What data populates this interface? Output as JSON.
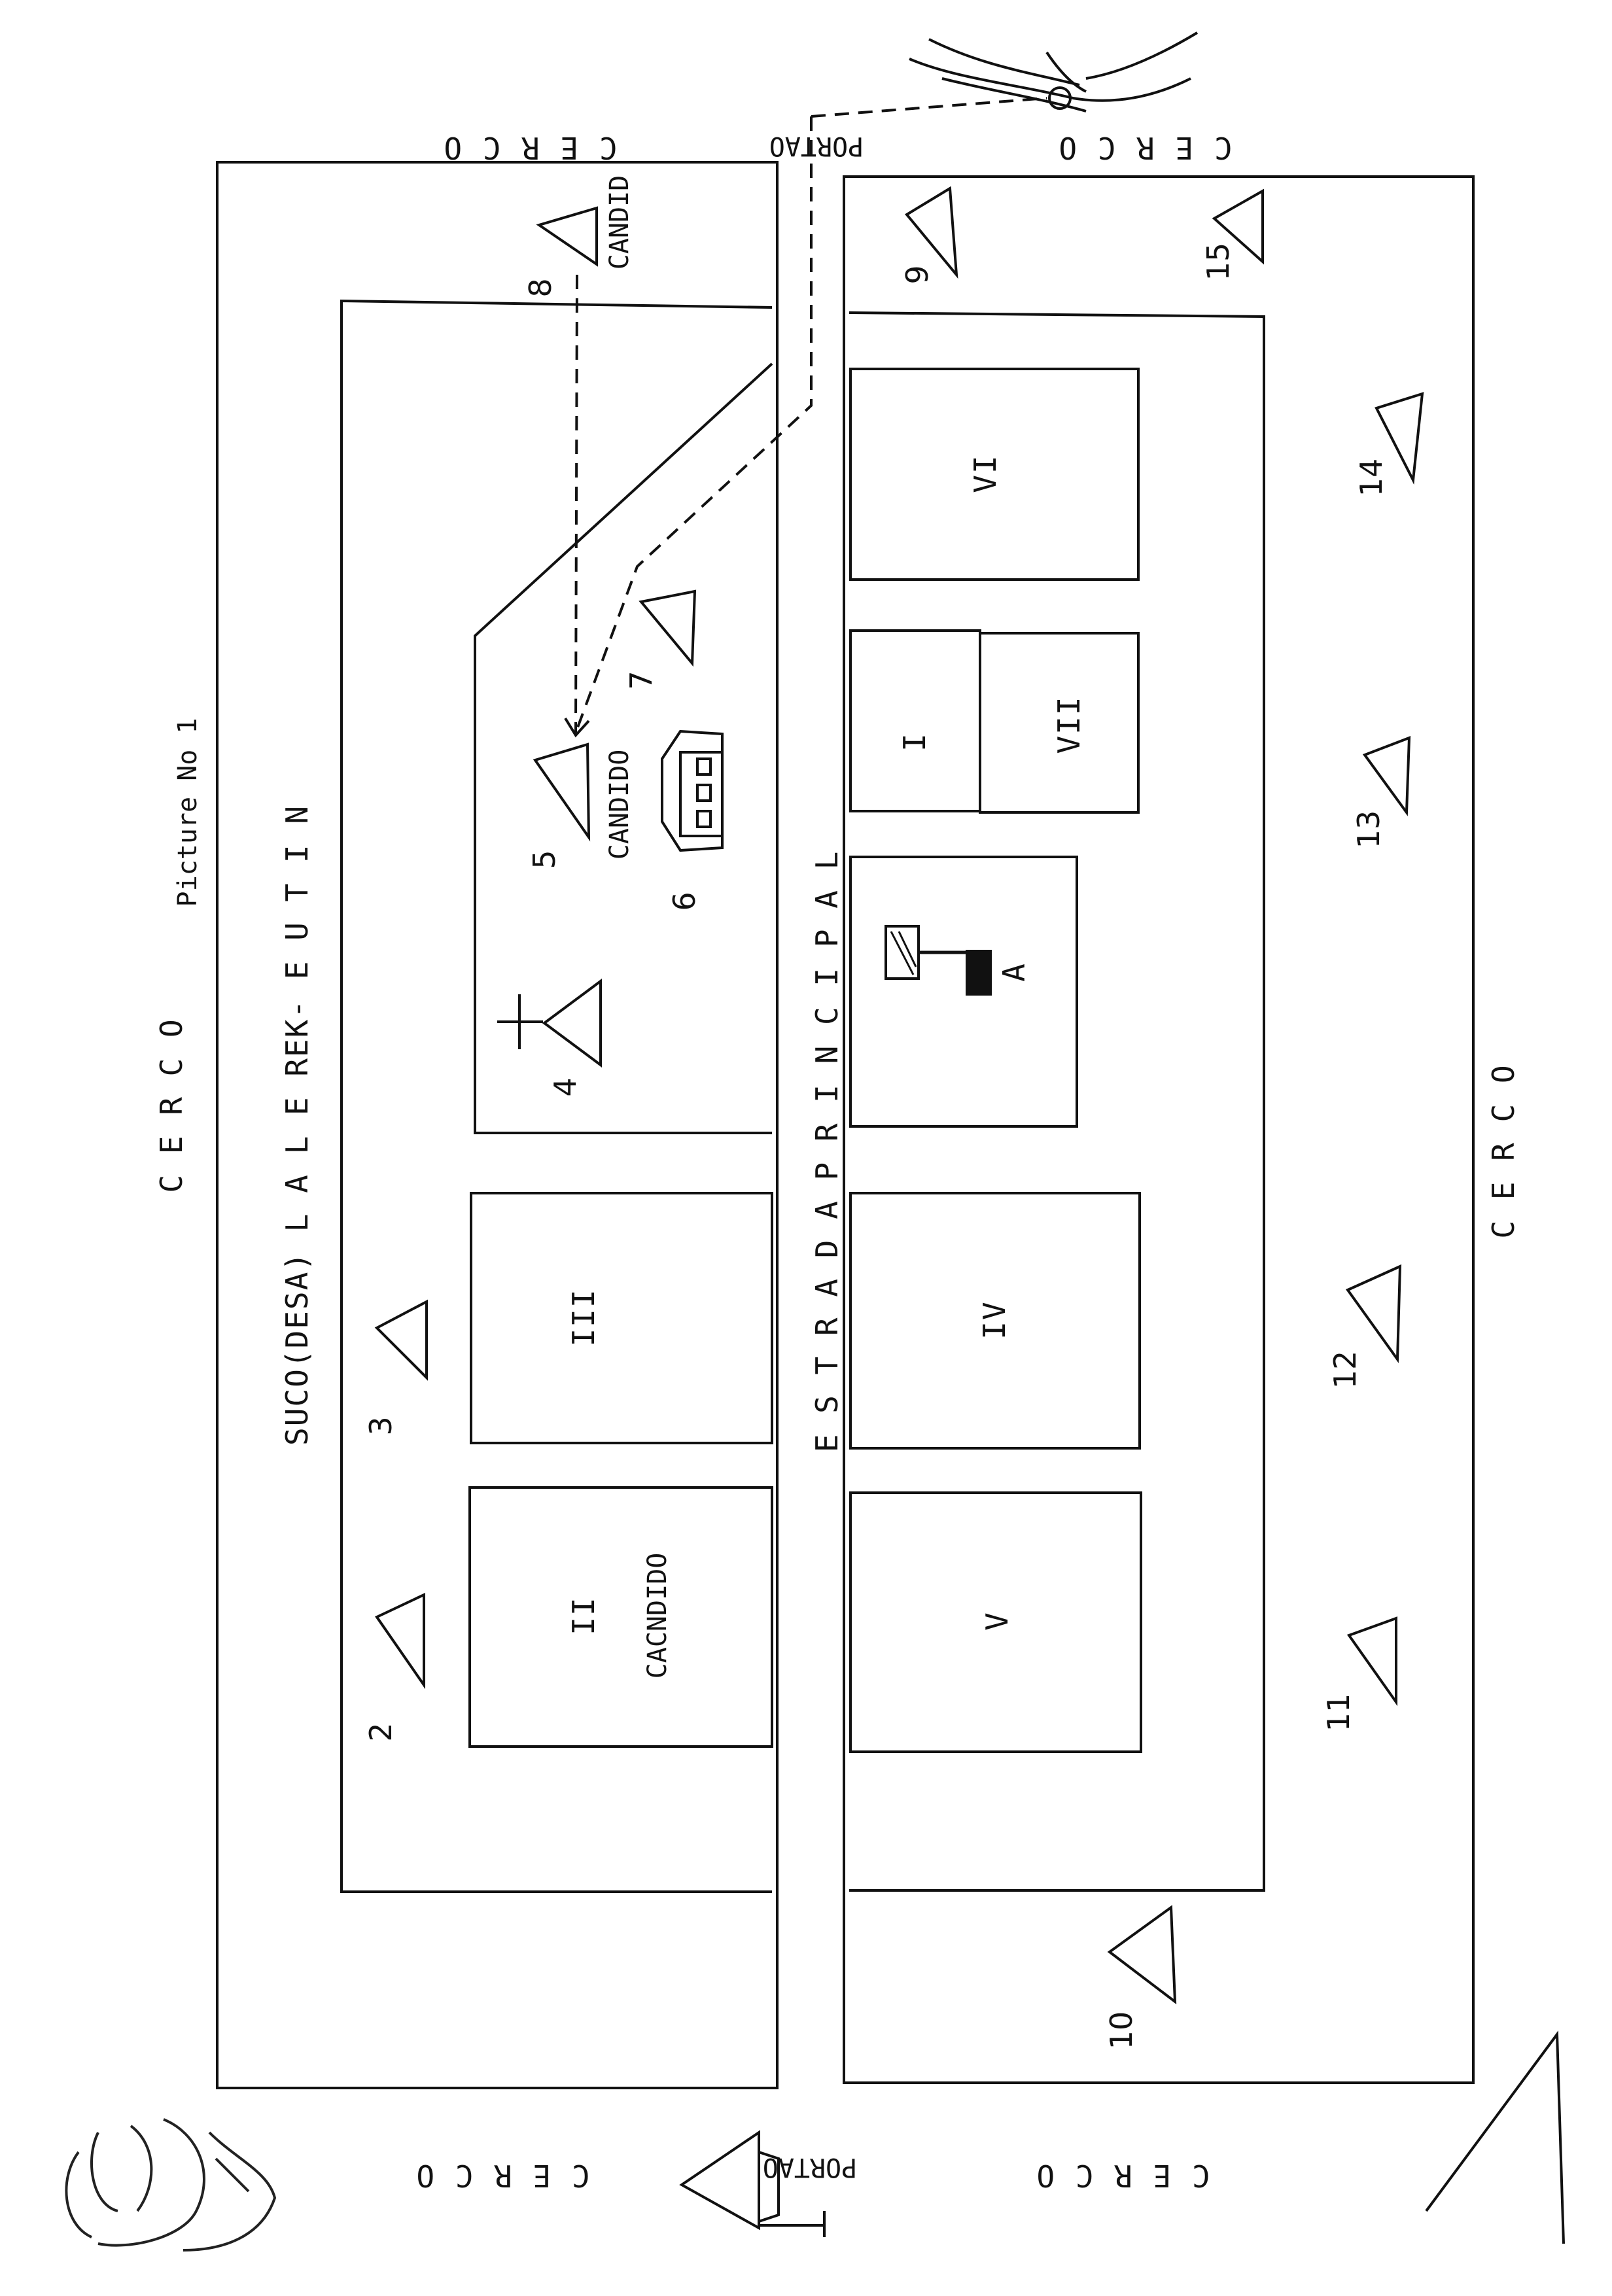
{
  "title": "Picture No 1",
  "suco": "SUCO(DESA) L A L E REK- E U T I N",
  "road": "E S T R A D A   P R I N C I P A L",
  "fence": "C E R C O",
  "gate": "PORTAO",
  "name_candido": "CANDIDO",
  "name_candid": "CANDID",
  "name_cacndido": "CACNDIDO",
  "plots": {
    "i": "I",
    "ii": "II",
    "iii": "III",
    "iv": "IV",
    "v": "V",
    "vi": "VI",
    "vii": "VII"
  },
  "marker_a": "A",
  "numbers": [
    "2",
    "3",
    "4",
    "5",
    "6",
    "7",
    "8",
    "9",
    "10",
    "11",
    "12",
    "13",
    "14",
    "15"
  ],
  "signature": "(handwritten signature)"
}
